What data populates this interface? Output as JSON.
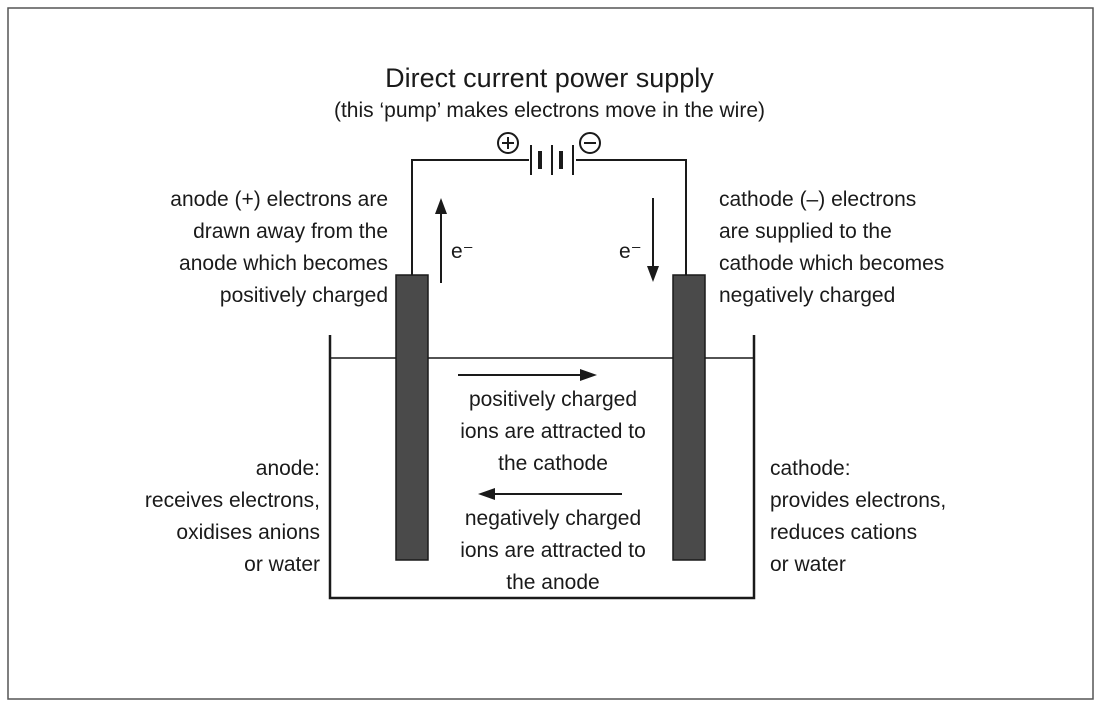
{
  "title": "Direct current power supply",
  "subtitle": "(this ‘pump’ makes electrons move in the wire)",
  "battery": {
    "positive_symbol": "+",
    "negative_symbol": "−"
  },
  "electron_labels": {
    "left": "e⁻",
    "right": "e⁻"
  },
  "anode_top_label": [
    "anode (+) electrons are",
    "drawn away from the",
    "anode which becomes",
    "positively charged"
  ],
  "cathode_top_label": [
    "cathode (–) electrons",
    "are supplied to the",
    "cathode which becomes",
    "negatively charged"
  ],
  "positive_ions_label": [
    "positively charged",
    "ions are attracted to",
    "the cathode"
  ],
  "negative_ions_label": [
    "negatively charged",
    "ions are attracted to",
    "the anode"
  ],
  "anode_bottom_label": [
    "anode:",
    "receives electrons,",
    "oxidises anions",
    "or water"
  ],
  "cathode_bottom_label": [
    "cathode:",
    "provides electrons,",
    "reduces cations",
    "or water"
  ],
  "colors": {
    "electrode_fill": "#4a4a4a",
    "line": "#1a1a1a",
    "frame": "#555555"
  }
}
